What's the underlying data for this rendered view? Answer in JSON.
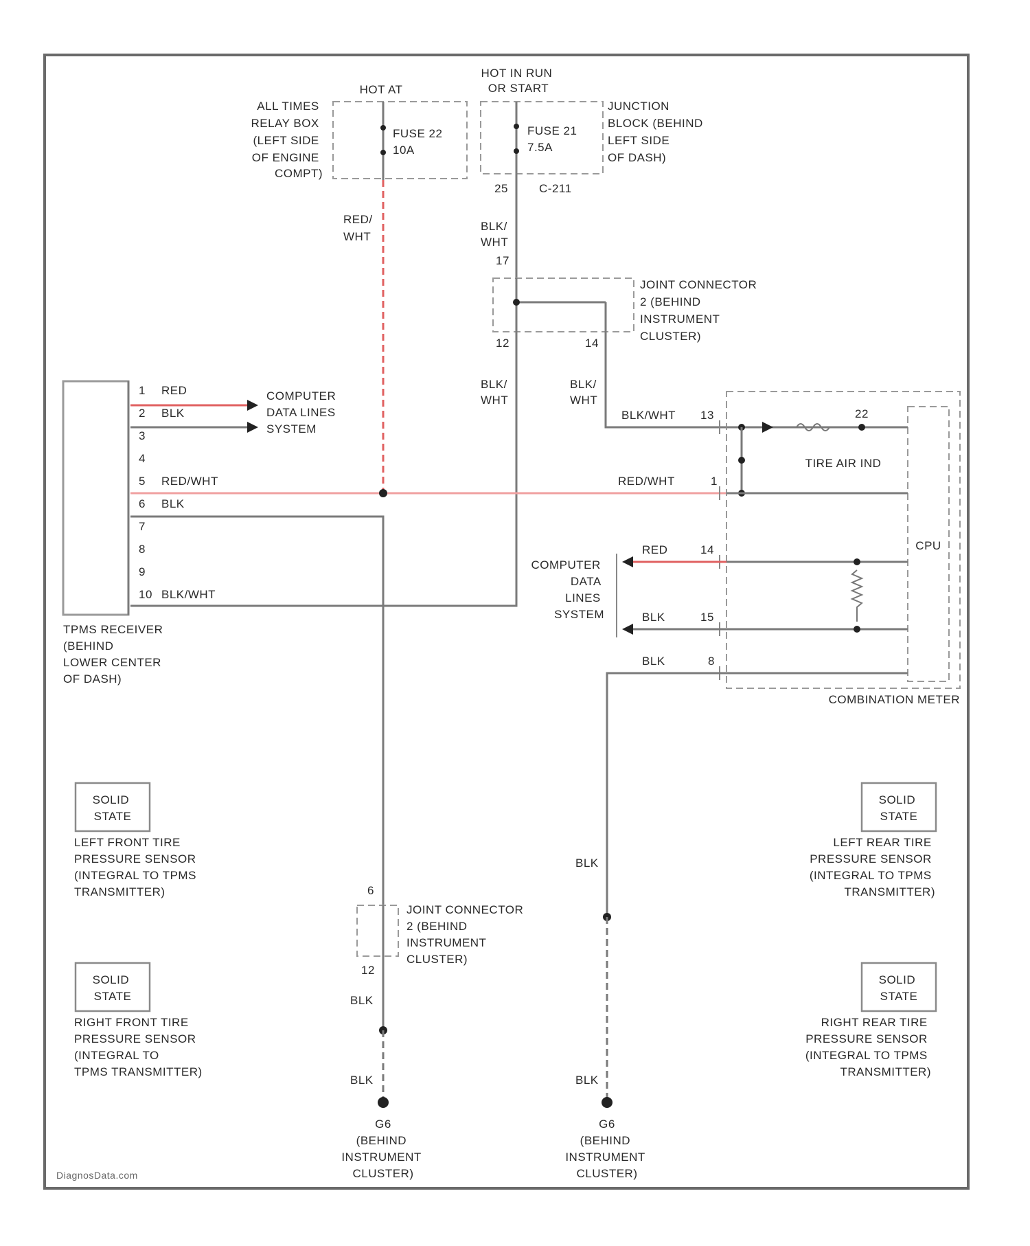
{
  "hot_at": {
    "title": "HOT AT",
    "location": [
      "ALL TIMES",
      "RELAY BOX",
      "(LEFT SIDE",
      "OF ENGINE",
      "COMPT)"
    ],
    "fuse_name": "FUSE 22",
    "fuse_rating": "10A"
  },
  "hot_in_run": {
    "title": [
      "HOT IN RUN",
      "OR START"
    ],
    "fuse_name": "FUSE 21",
    "fuse_rating": "7.5A",
    "location": [
      "JUNCTION",
      "BLOCK (BEHIND",
      "LEFT SIDE",
      "OF DASH)"
    ],
    "pin": "25",
    "connector": "C-211"
  },
  "joint_connector_top": {
    "label": [
      "JOINT CONNECTOR",
      "2 (BEHIND",
      "INSTRUMENT",
      "CLUSTER)"
    ],
    "pin_top": "17",
    "pin_left": "12",
    "pin_right": "14"
  },
  "joint_connector_bottom": {
    "label": [
      "JOINT CONNECTOR",
      "2 (BEHIND",
      "INSTRUMENT",
      "CLUSTER)"
    ],
    "pin_top": "6",
    "pin_bottom": "12"
  },
  "wires": {
    "red_wht": [
      "RED/",
      "WHT"
    ],
    "blk_wht_1": [
      "BLK/",
      "WHT"
    ],
    "blk_wht_2": [
      "BLK/",
      "WHT"
    ],
    "blk_wht_3": [
      "BLK/",
      "WHT"
    ],
    "blk_wht_meter": "BLK/WHT",
    "red_wht_meter": "RED/WHT",
    "red_meter": "RED",
    "blk_meter": "BLK",
    "blk_meter_gnd": "BLK",
    "blk_left_1": "BLK",
    "blk_left_2": "BLK",
    "blk_right_1": "BLK",
    "blk_right_2": "BLK"
  },
  "tpms_receiver": {
    "label": [
      "TPMS RECEIVER",
      "(BEHIND",
      "LOWER CENTER",
      "OF DASH)"
    ],
    "pins": [
      {
        "num": "1",
        "wire": "RED"
      },
      {
        "num": "2",
        "wire": "BLK"
      },
      {
        "num": "3",
        "wire": ""
      },
      {
        "num": "4",
        "wire": ""
      },
      {
        "num": "5",
        "wire": "RED/WHT"
      },
      {
        "num": "6",
        "wire": "BLK"
      },
      {
        "num": "7",
        "wire": ""
      },
      {
        "num": "8",
        "wire": ""
      },
      {
        "num": "9",
        "wire": ""
      },
      {
        "num": "10",
        "wire": "BLK/WHT"
      }
    ]
  },
  "computer_data_left": [
    "COMPUTER",
    "DATA LINES",
    "SYSTEM"
  ],
  "computer_data_right": [
    "COMPUTER",
    "DATA",
    "LINES",
    "SYSTEM"
  ],
  "combination_meter": {
    "label": "COMBINATION METER",
    "indicator": "TIRE AIR IND",
    "cpu": "CPU",
    "pin_blk_wht": "13",
    "pin_inner": "22",
    "pin_red_wht": "1",
    "pin_red": "14",
    "pin_blk": "15",
    "pin_gnd": "8"
  },
  "sensors": [
    {
      "state": [
        "SOLID",
        "STATE"
      ],
      "label": [
        "LEFT FRONT TIRE",
        "PRESSURE SENSOR",
        "(INTEGRAL TO TPMS",
        "TRANSMITTER)"
      ]
    },
    {
      "state": [
        "SOLID",
        "STATE"
      ],
      "label": [
        "RIGHT FRONT TIRE",
        "PRESSURE SENSOR",
        "(INTEGRAL TO",
        "TPMS TRANSMITTER)"
      ]
    },
    {
      "state": [
        "SOLID",
        "STATE"
      ],
      "label": [
        "LEFT REAR TIRE",
        "PRESSURE SENSOR",
        "(INTEGRAL TO TPMS",
        "TRANSMITTER)"
      ]
    },
    {
      "state": [
        "SOLID",
        "STATE"
      ],
      "label": [
        "RIGHT REAR TIRE",
        "PRESSURE SENSOR",
        "(INTEGRAL TO TPMS",
        "TRANSMITTER)"
      ]
    }
  ],
  "grounds": [
    {
      "id": "G6",
      "label": [
        "(BEHIND",
        "INSTRUMENT",
        "CLUSTER)"
      ]
    },
    {
      "id": "G6",
      "label": [
        "(BEHIND",
        "INSTRUMENT",
        "CLUSTER)"
      ]
    }
  ],
  "watermark": "DiagnosData.com"
}
